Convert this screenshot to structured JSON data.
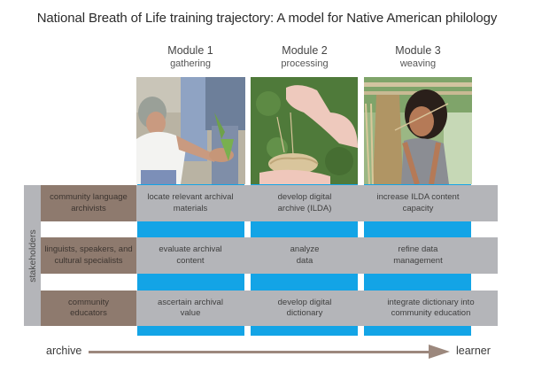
{
  "title": "National Breath of Life training trajectory: A model for Native American philology",
  "modules": [
    {
      "label": "Module 1",
      "subtitle": "gathering",
      "photo": "elder-woman-gathering-plants-photo"
    },
    {
      "label": "Module 2",
      "subtitle": "processing",
      "photo": "hands-winding-fiber-bundle-photo"
    },
    {
      "label": "Module 3",
      "subtitle": "weaving",
      "photo": "young-woman-weaving-basket-photo"
    }
  ],
  "stakeholders_label": "stakeholders",
  "rows": [
    {
      "stakeholder": "community language archivists",
      "cells": [
        "locate relevant archival materials",
        "develop digital archive (ILDA)",
        "increase ILDA content capacity"
      ]
    },
    {
      "stakeholder": "linguists, speakers, and cultural specialists",
      "cells": [
        "evaluate archival content",
        "analyze data",
        "refine data management"
      ]
    },
    {
      "stakeholder": "community educators",
      "cells": [
        "ascertain archival value",
        "develop digital dictionary",
        "integrate dictionary into community education"
      ]
    }
  ],
  "axis": {
    "start": "archive",
    "end": "learner"
  },
  "colors": {
    "stakeholder_brown": "#8e7a6e",
    "row_gray": "#b4b5b9",
    "module_blue": "#13a4e6",
    "arrow": "#9c887d"
  }
}
